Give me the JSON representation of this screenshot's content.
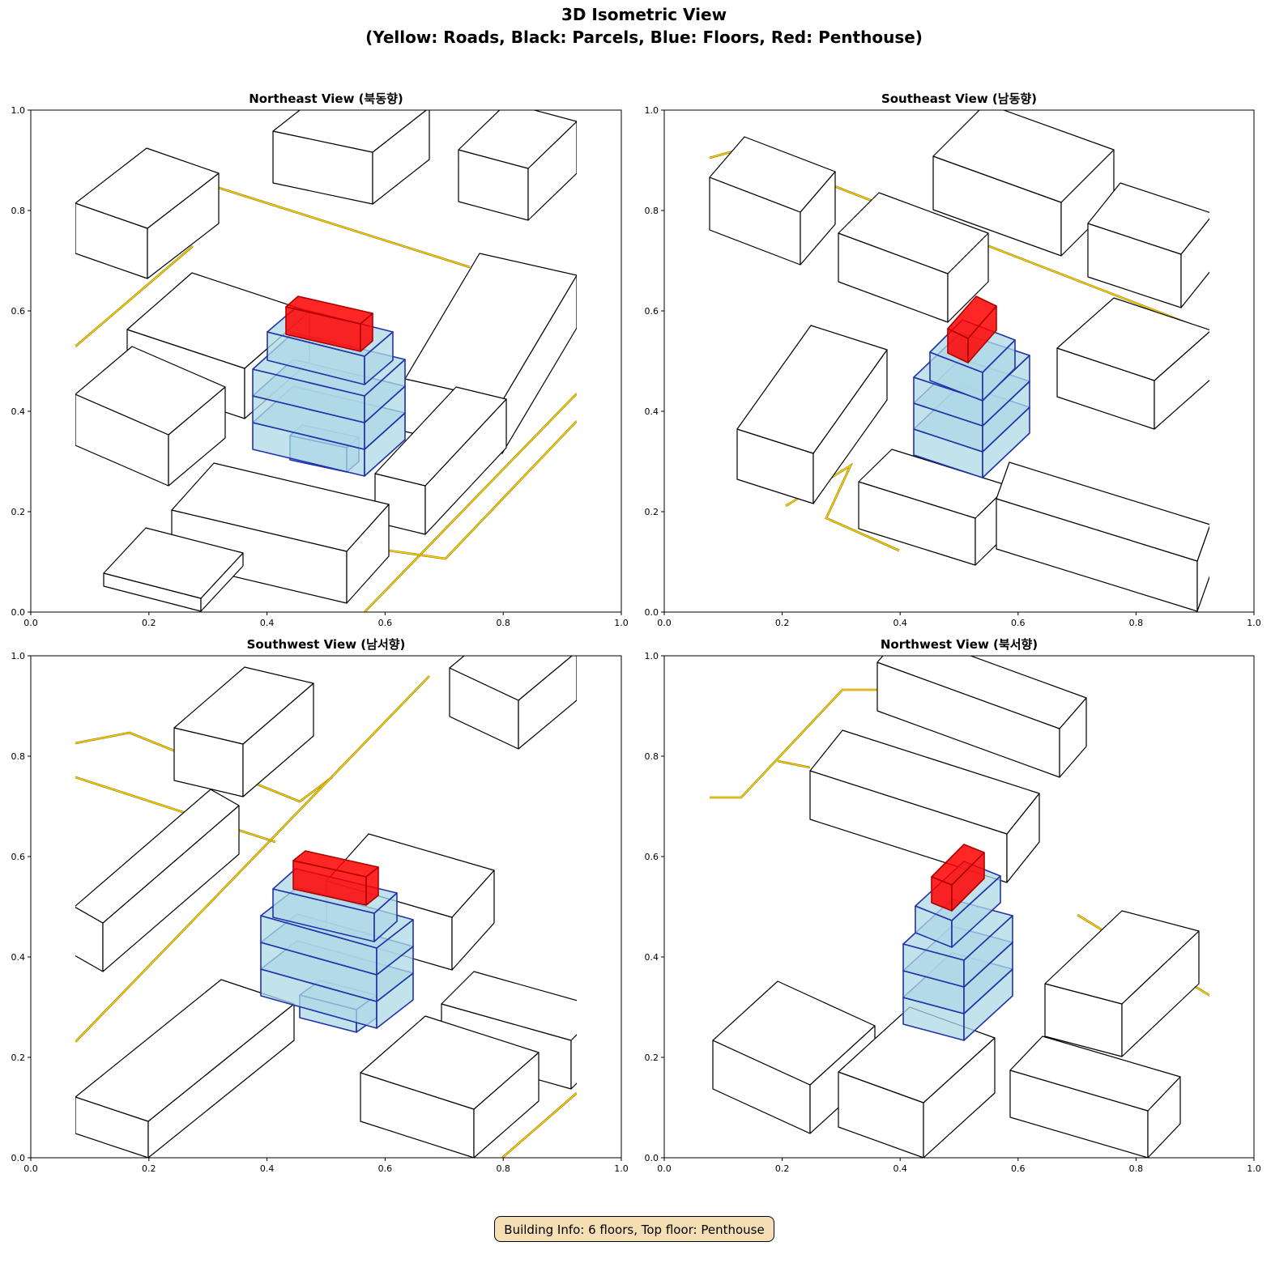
{
  "figure": {
    "title_line1": "3D Isometric View",
    "title_line2": "(Yellow: Roads, Black: Parcels, Blue: Floors, Red: Penthouse)",
    "info_box": "Building Info: 6 floors, Top floor: Penthouse"
  },
  "panels": [
    {
      "title": "Northeast View (북동향)"
    },
    {
      "title": "Southeast View (남동향)"
    },
    {
      "title": "Southwest View (남서향)"
    },
    {
      "title": "Northwest View (북서향)"
    }
  ],
  "axis": {
    "x_ticks": [
      "0.0",
      "0.2",
      "0.4",
      "0.6",
      "0.8",
      "1.0"
    ],
    "y_ticks": [
      "0.0",
      "0.2",
      "0.4",
      "0.6",
      "0.8",
      "1.0"
    ]
  },
  "colors": {
    "road": "#FFD700",
    "parcel": "#000000",
    "floor_fill": "#add8e6",
    "floor_edge": "#2233aa",
    "penthouse": "#ff0000"
  }
}
